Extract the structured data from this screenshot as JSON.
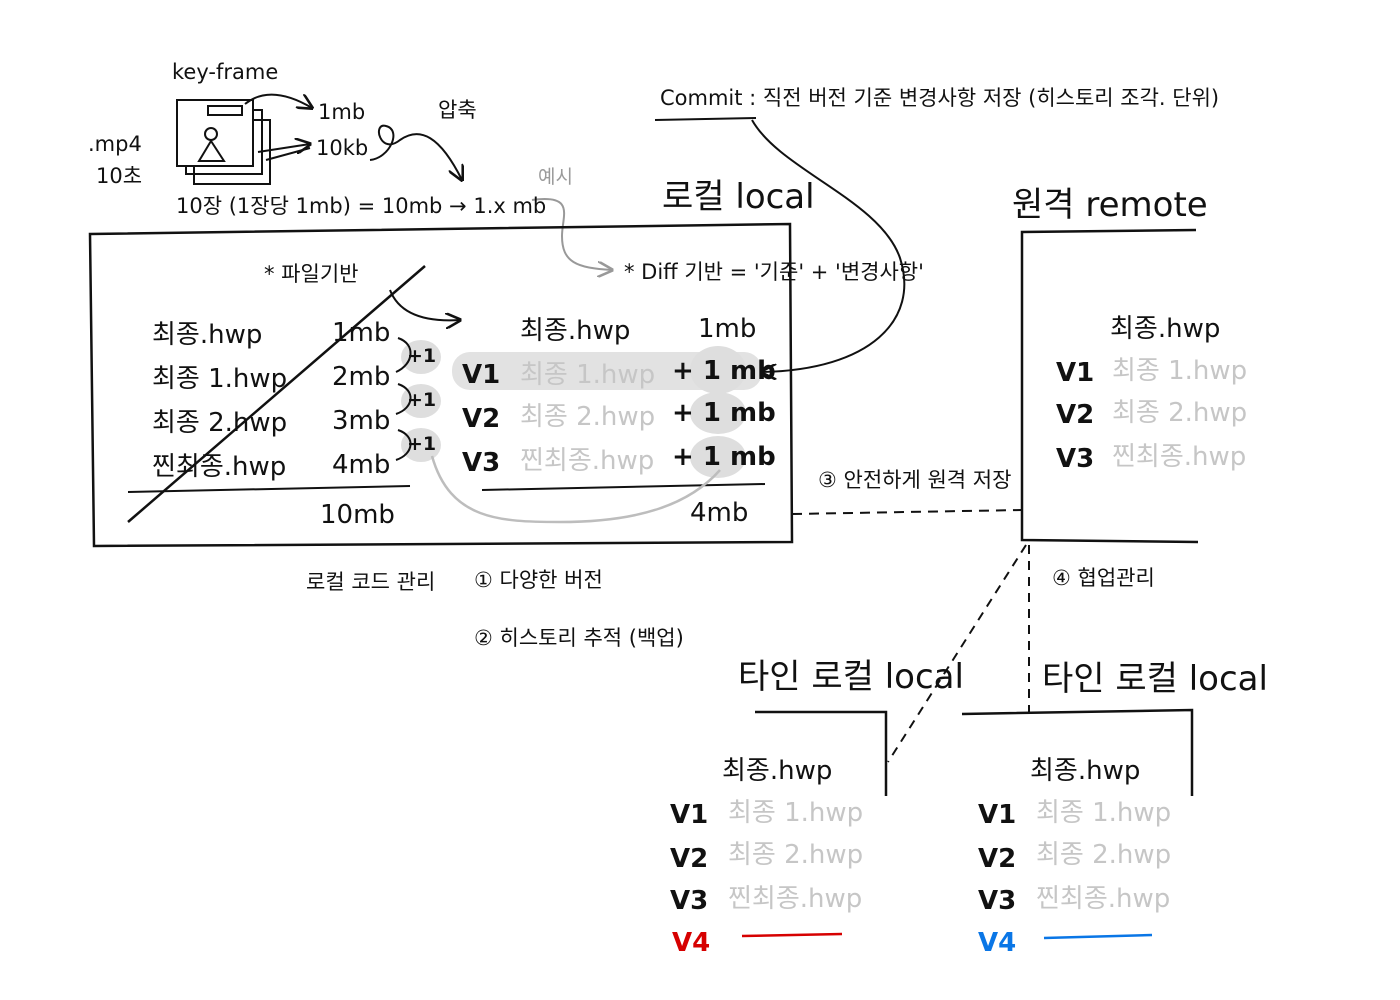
{
  "keyframe": {
    "title": "key-frame",
    "file_ext": ".mp4",
    "duration": "10초",
    "size_1": "1mb",
    "size_2": "10kb",
    "compress": "압축",
    "formula": "10장 (1장당 1mb) = 10mb → 1.x mb",
    "example": "예시"
  },
  "commit": "Commit : 직전 버전 기준 변경사항 저장 (히스토리 조각. 단위)",
  "local": {
    "title": "로컬 local",
    "file_based": "* 파일기반",
    "diff_based": "* Diff 기반 = '기준' + '변경사항'",
    "files": [
      {
        "name": "최종.hwp",
        "size": "1mb"
      },
      {
        "name": "최종 1.hwp",
        "size": "2mb"
      },
      {
        "name": "최종 2.hwp",
        "size": "3mb"
      },
      {
        "name": "찐최종.hwp",
        "size": "4mb"
      }
    ],
    "plus": [
      "+1",
      "+1",
      "+1"
    ],
    "file_total": "10mb",
    "diff_base": {
      "name": "최종.hwp",
      "size": "1mb"
    },
    "diff_rows": [
      {
        "v": "V1",
        "name": "최종 1.hwp",
        "delta": "+ 1 mb"
      },
      {
        "v": "V2",
        "name": "최종 2.hwp",
        "delta": "+ 1 mb"
      },
      {
        "v": "V3",
        "name": "찐최종.hwp",
        "delta": "+ 1 mb"
      }
    ],
    "diff_total": "4mb"
  },
  "remote": {
    "title": "원격 remote",
    "base": "최종.hwp",
    "rows": [
      {
        "v": "V1",
        "name": "최종 1.hwp"
      },
      {
        "v": "V2",
        "name": "최종 2.hwp"
      },
      {
        "v": "V3",
        "name": "찐최종.hwp"
      }
    ]
  },
  "notes": {
    "local_code": "로컬 코드 관리",
    "n1": "① 다양한 버전",
    "n2": "② 히스토리 추적 (백업)",
    "n3": "③ 안전하게 원격 저장",
    "n4": "④ 협업관리"
  },
  "others": [
    {
      "title": "타인 로컬 local",
      "base": "최종.hwp",
      "rows": [
        {
          "v": "V1",
          "name": "최종 1.hwp"
        },
        {
          "v": "V2",
          "name": "최종 2.hwp"
        },
        {
          "v": "V3",
          "name": "찐최종.hwp"
        }
      ],
      "v4": "V4",
      "v4_color": "#d60000"
    },
    {
      "title": "타인 로컬 local",
      "base": "최종.hwp",
      "rows": [
        {
          "v": "V1",
          "name": "최종 1.hwp"
        },
        {
          "v": "V2",
          "name": "최종 2.hwp"
        },
        {
          "v": "V3",
          "name": "찐최종.hwp"
        }
      ],
      "v4": "V4",
      "v4_color": "#0a76e6"
    }
  ]
}
